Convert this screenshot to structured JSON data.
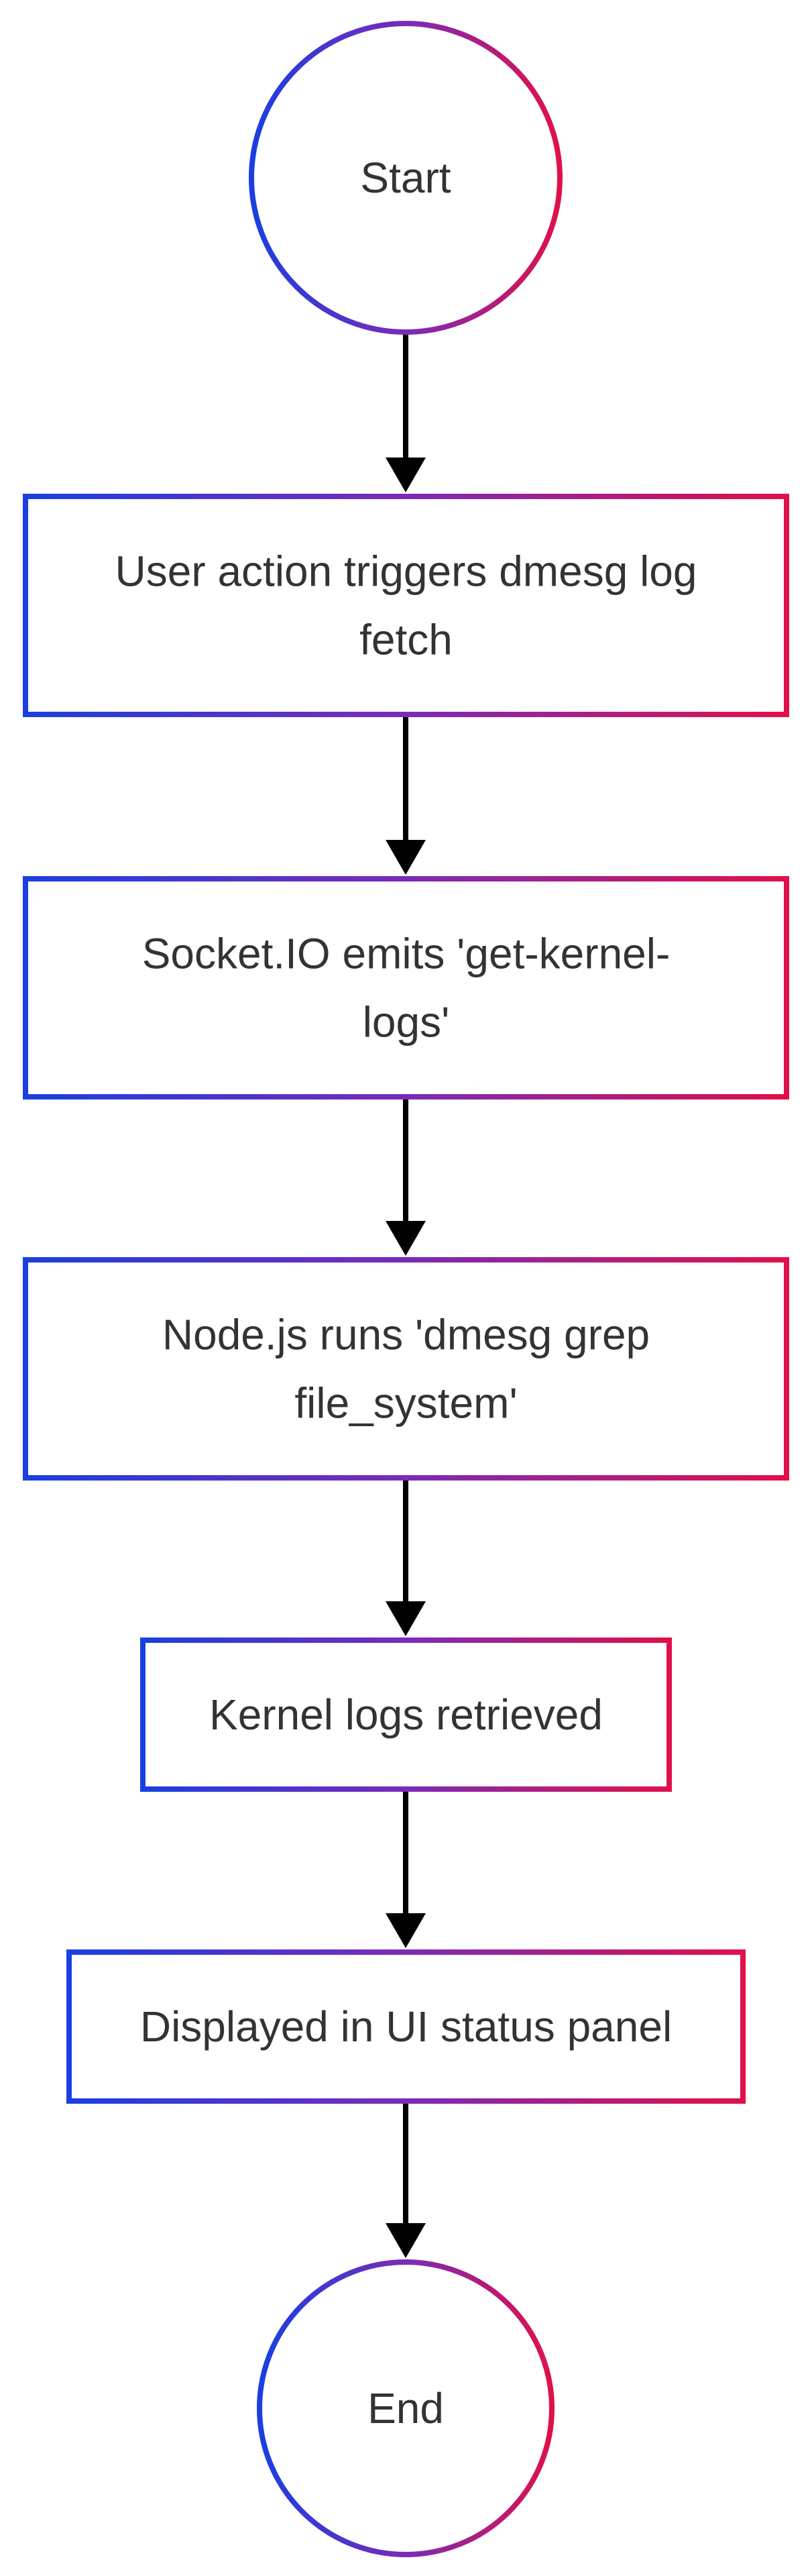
{
  "diagram": {
    "gradient": {
      "start_color": "#1a3fe0",
      "mid_color": "#7a2bb8",
      "end_color": "#e0104a"
    },
    "edge_color": "#000000",
    "text_color": "#333333",
    "nodes": [
      {
        "id": "start",
        "shape": "circle",
        "lines": [
          "Start"
        ]
      },
      {
        "id": "user_action",
        "shape": "rect",
        "lines": [
          "User action triggers dmesg log",
          "fetch"
        ]
      },
      {
        "id": "socket_emit",
        "shape": "rect",
        "lines": [
          "Socket.IO emits 'get-kernel-",
          "logs'"
        ]
      },
      {
        "id": "node_runs",
        "shape": "rect",
        "lines": [
          "Node.js runs 'dmesg grep",
          "file_system'"
        ]
      },
      {
        "id": "logs_retrieved",
        "shape": "rect",
        "lines": [
          "Kernel logs retrieved"
        ]
      },
      {
        "id": "displayed",
        "shape": "rect",
        "lines": [
          "Displayed in UI status panel"
        ]
      },
      {
        "id": "end",
        "shape": "circle",
        "lines": [
          "End"
        ]
      }
    ],
    "edges": [
      {
        "from": "start",
        "to": "user_action"
      },
      {
        "from": "user_action",
        "to": "socket_emit"
      },
      {
        "from": "socket_emit",
        "to": "node_runs"
      },
      {
        "from": "node_runs",
        "to": "logs_retrieved"
      },
      {
        "from": "logs_retrieved",
        "to": "displayed"
      },
      {
        "from": "displayed",
        "to": "end"
      }
    ]
  }
}
